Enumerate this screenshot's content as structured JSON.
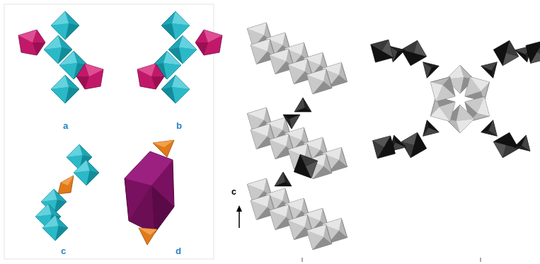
{
  "diagram": {
    "labels": [
      "a",
      "b",
      "c",
      "d",
      "c"
    ]
  }
}
